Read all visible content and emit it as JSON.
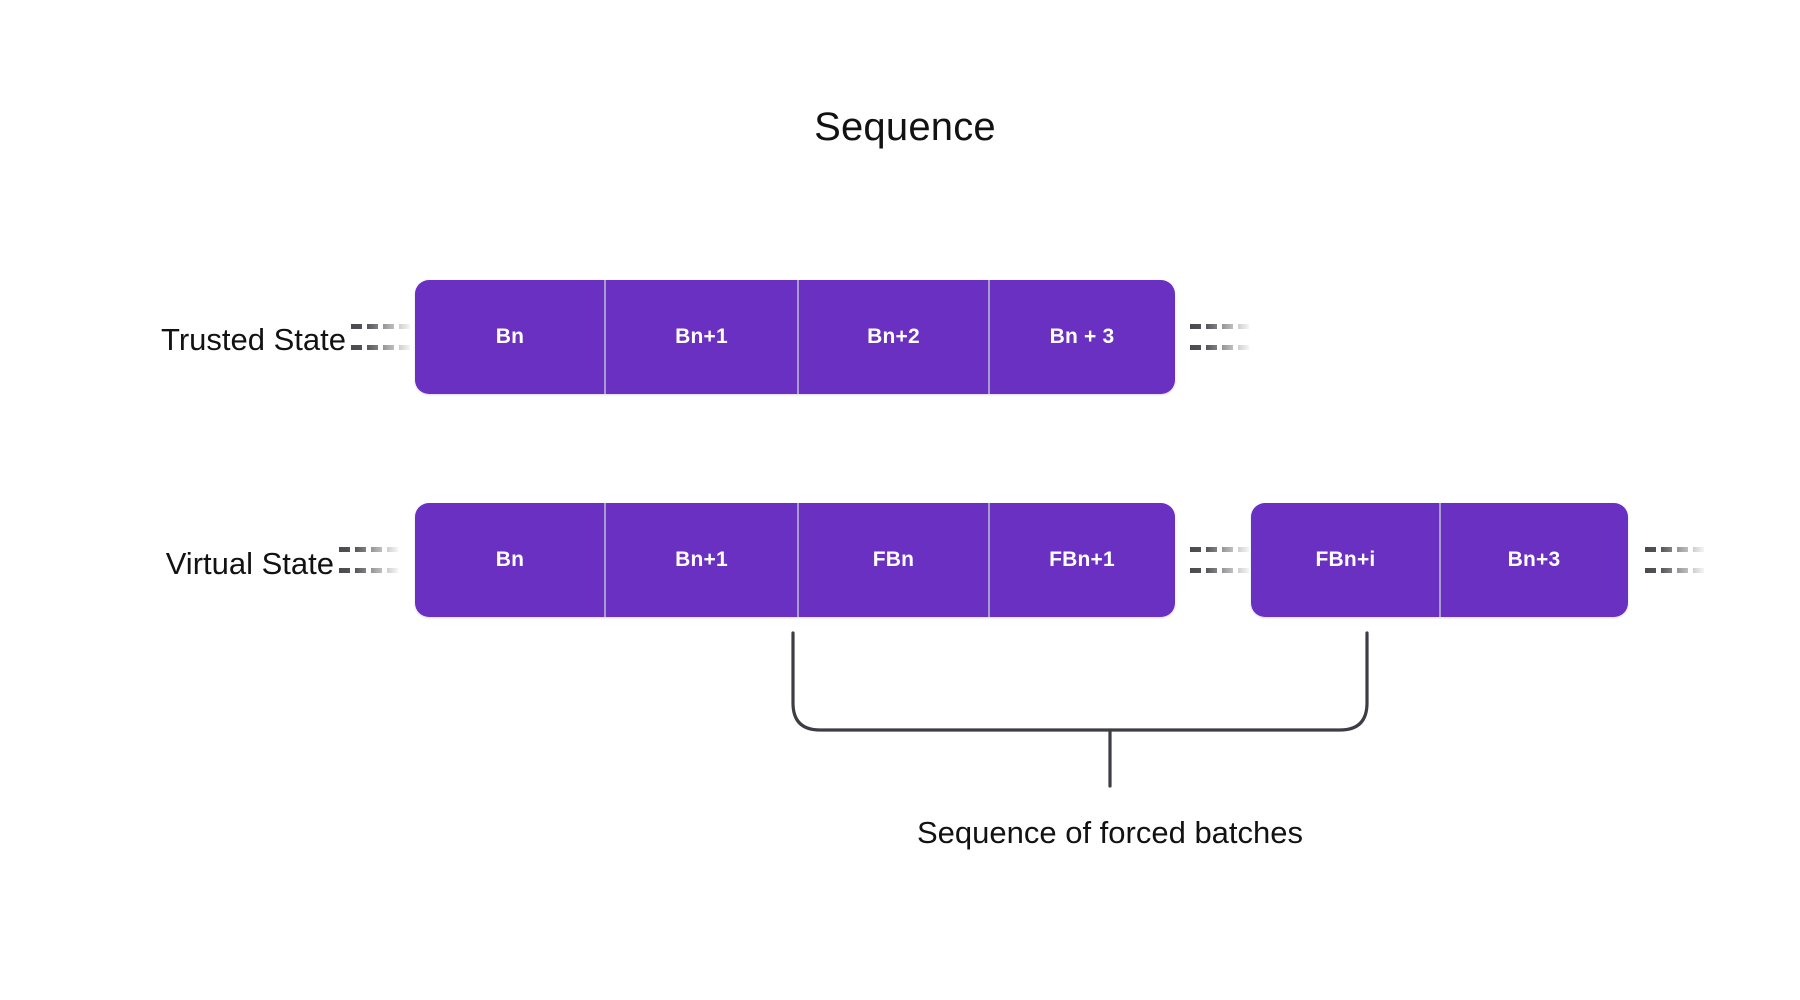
{
  "title": "Sequence",
  "colors": {
    "block_fill": "#6A30C2",
    "block_text": "#FFFFFF",
    "divider": "#A79CCD",
    "bracket": "#3D3D46",
    "text": "#121212",
    "background": "#FFFFFF"
  },
  "rows": [
    {
      "id": "trusted-state",
      "label": "Trusted State",
      "groups": [
        {
          "id": "trusted-group-1",
          "blocks": [
            {
              "label": "Bn"
            },
            {
              "label": "Bn+1"
            },
            {
              "label": "Bn+2"
            },
            {
              "label": "Bn + 3"
            }
          ]
        }
      ]
    },
    {
      "id": "virtual-state",
      "label": "Virtual State",
      "groups": [
        {
          "id": "virtual-group-1",
          "blocks": [
            {
              "label": "Bn"
            },
            {
              "label": "Bn+1"
            },
            {
              "label": "FBn"
            },
            {
              "label": "FBn+1"
            }
          ]
        },
        {
          "id": "virtual-group-2",
          "blocks": [
            {
              "label": "FBn+i"
            },
            {
              "label": "Bn+3"
            }
          ]
        }
      ]
    }
  ],
  "connectors": [
    {
      "id": "dash-trusted-left",
      "kind": "dashed-fade",
      "direction": "right"
    },
    {
      "id": "dash-trusted-right",
      "kind": "dashed-fade",
      "direction": "right"
    },
    {
      "id": "dash-virtual-left",
      "kind": "dashed-fade",
      "direction": "right"
    },
    {
      "id": "dash-virtual-mid",
      "kind": "dashed-fade",
      "direction": "right"
    },
    {
      "id": "dash-virtual-right",
      "kind": "dashed-fade",
      "direction": "right"
    }
  ],
  "annotation": {
    "bracket_caption": "Sequence of forced batches",
    "spans_from_block": "FBn",
    "spans_to_block": "FBn+i"
  }
}
